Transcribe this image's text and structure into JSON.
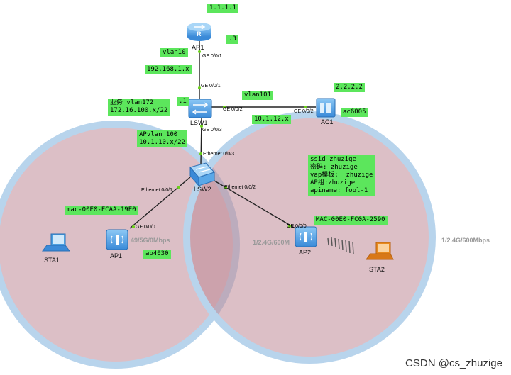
{
  "devices": {
    "ar1": "AR1",
    "lsw1": "LSW1",
    "lsw2": "LSW2",
    "ac1": "AC1",
    "ap1": "AP1",
    "ap2": "AP2",
    "sta1": "STA1",
    "sta2": "STA2"
  },
  "ports": {
    "ar1_down": "GE 0/0/1",
    "lsw1_up": "GE 0/0/1",
    "lsw1_right": "GE 0/0/2",
    "ac1_left": "GE 0/0/2",
    "lsw1_down": "GE 0/0/3",
    "lsw2_up": "Ethernet 0/0/3",
    "lsw2_left": "Ethernet 0/0/1",
    "lsw2_right": "Ethernet 0/0/2",
    "ap1_up": "GE 0/0/0",
    "ap2_up": "GE 0/0/0"
  },
  "labels": {
    "ip_1111": "1.1.1.1",
    "dot3": ".3",
    "vlan10": "vlan10",
    "net_192": "192.168.1.x",
    "dot1": ".1",
    "vlan101": "vlan101",
    "ip_2222": "2.2.2.2",
    "ac_model": "ac6005",
    "net_10112": "10.1.12.x",
    "biz_vlan": "业务 vlan172\n172.16.100.x/22",
    "ap_vlan": "APvlan 100\n10.1.10.x/22",
    "ssid_box": "ssid zhuzige\n密码: zhuzige\nvap模板:  zhuzige\nAP组:zhuzige\napiname: fool-1",
    "ap1_mac": "mac-00E0-FCAA-19E0",
    "ap2_mac": "MAC-00E0-FC0A-2590",
    "ap1_model": "ap4030"
  },
  "rates": {
    "ap1_rate": "49/5G/0Mbps",
    "ap2_rate": "1/2.4G/600M",
    "right_rate": "1/2.4G/600Mbps"
  },
  "watermark": "CSDN @cs_zhuzige",
  "colors": {
    "label_bg": "#5ce65c",
    "coverage_fill": "#c08a98",
    "coverage_ring": "#b8d4ec",
    "device_blue": "#4a9fe0",
    "sta_orange": "#e8891e",
    "port_dot": "#6bd11a"
  }
}
